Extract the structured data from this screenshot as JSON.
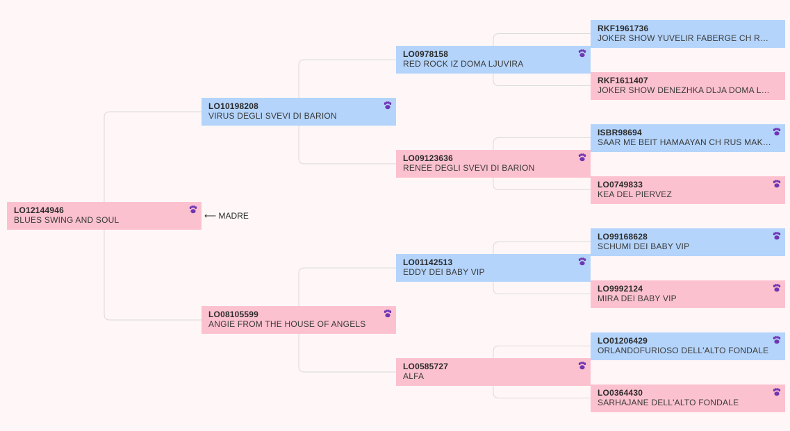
{
  "colors": {
    "male": "#b4d4fb",
    "female": "#fcc1cf",
    "paw": "#6f35b3",
    "connector": "#d9d9d9"
  },
  "subject_marker": {
    "arrow": "⟵",
    "label": "MADRE"
  },
  "dogs": [
    {
      "code": "LO12144946",
      "name": "BLUES SWING AND SOUL",
      "sex": "female",
      "gen": 0,
      "pos": 0,
      "paw": true
    },
    {
      "code": "LO10198208",
      "name": "VIRUS DEGLI SVEVI DI BARION",
      "sex": "male",
      "gen": 1,
      "pos": 0,
      "paw": true
    },
    {
      "code": "LO08105599",
      "name": "ANGIE FROM THE HOUSE OF ANGELS",
      "sex": "female",
      "gen": 1,
      "pos": 1,
      "paw": true
    },
    {
      "code": "LO0978158",
      "name": "RED ROCK IZ DOMA LJUVIRA",
      "sex": "male",
      "gen": 2,
      "pos": 0,
      "paw": true
    },
    {
      "code": "LO09123636",
      "name": "RENEE DEGLI SVEVI DI BARION",
      "sex": "female",
      "gen": 2,
      "pos": 1,
      "paw": true
    },
    {
      "code": "LO01142513",
      "name": "EDDY DEI BABY VIP",
      "sex": "male",
      "gen": 2,
      "pos": 2,
      "paw": true
    },
    {
      "code": "LO0585727",
      "name": "ALFA",
      "sex": "female",
      "gen": 2,
      "pos": 3,
      "paw": true
    },
    {
      "code": "RKF1961736",
      "name": "JOKER SHOW YUVELIR FABERGE CH RUS UKR",
      "sex": "male",
      "gen": 3,
      "pos": 0,
      "paw": false
    },
    {
      "code": "RKF1611407",
      "name": "JOKER SHOW DENEZHKA DLJA DOMA LJUVI...",
      "sex": "female",
      "gen": 3,
      "pos": 1,
      "paw": false
    },
    {
      "code": "ISBR98694",
      "name": "SAAR ME BEIT HAMAAYAN CH RUS MAK BUL...",
      "sex": "male",
      "gen": 3,
      "pos": 2,
      "paw": true
    },
    {
      "code": "LO0749833",
      "name": "KEA DEL PIERVEZ",
      "sex": "female",
      "gen": 3,
      "pos": 3,
      "paw": true
    },
    {
      "code": "LO99168628",
      "name": "SCHUMI DEI BABY VIP",
      "sex": "male",
      "gen": 3,
      "pos": 4,
      "paw": true
    },
    {
      "code": "LO9992124",
      "name": "MIRA DEI BABY VIP",
      "sex": "female",
      "gen": 3,
      "pos": 5,
      "paw": true
    },
    {
      "code": "LO01206429",
      "name": "ORLANDOFURIOSO DELL'ALTO FONDALE",
      "sex": "male",
      "gen": 3,
      "pos": 6,
      "paw": true
    },
    {
      "code": "LO0364430",
      "name": "SARHAJANE DELL'ALTO FONDALE",
      "sex": "female",
      "gen": 3,
      "pos": 7,
      "paw": true
    }
  ]
}
